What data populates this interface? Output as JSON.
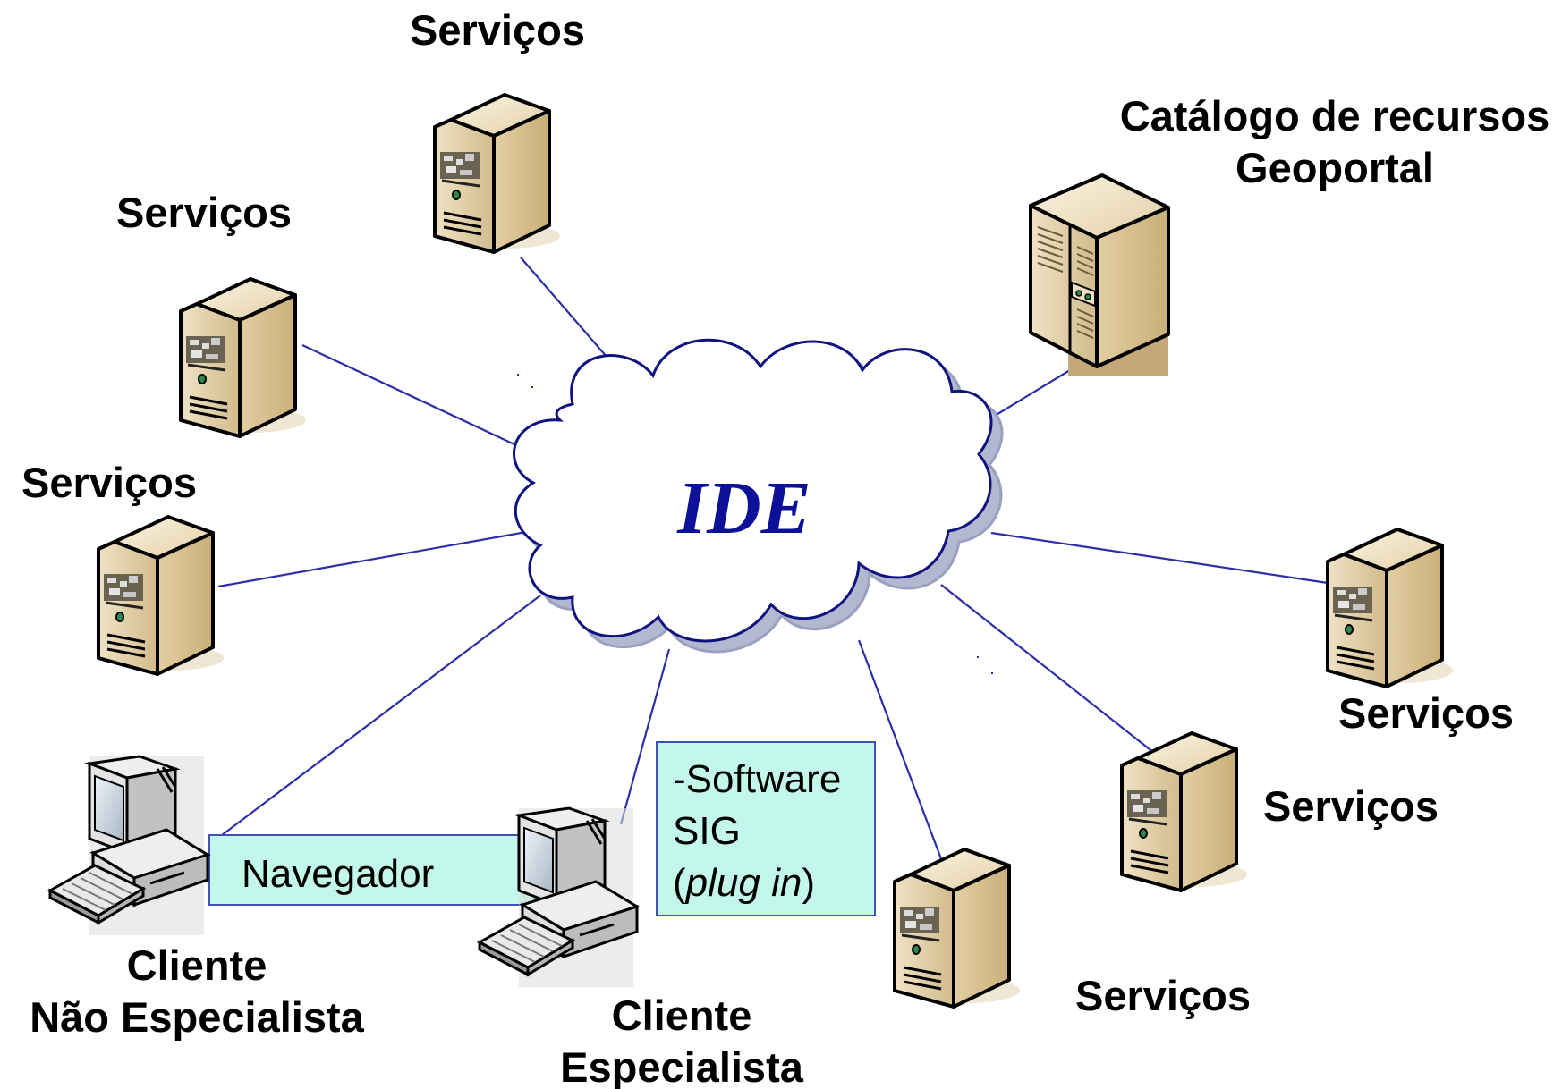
{
  "cloud": {
    "label": "IDE",
    "text_color": "#0d1199",
    "fill": "#ffffff",
    "shadow": "#b3b8d1"
  },
  "link_color": "#2b2fa8",
  "box_fill": "#c3f7ea",
  "box_border": "#4250b5",
  "labels": {
    "services_top": "Serviços",
    "services_upper_left": "Serviços",
    "services_left": "Serviços",
    "catalog_line1": "Catálogo de recursos",
    "catalog_line2": "Geoportal",
    "services_right": "Serviços",
    "services_lower_right": "Serviços",
    "services_bottom": "Serviços",
    "client_nonexpert_line1": "Cliente",
    "client_nonexpert_line2": "Não Especialista",
    "client_expert_line1": "Cliente",
    "client_expert_line2": "Especialista"
  },
  "browser_box": {
    "text": "Navegador"
  },
  "software_box": {
    "line1": "-Software",
    "line2": "SIG",
    "line3_open": "(",
    "line3_italic": "plug in",
    "line3_close": ")"
  },
  "icons": {
    "server": "server-tower-icon",
    "catalog": "catalog-server-icon",
    "client": "desktop-computer-icon"
  }
}
